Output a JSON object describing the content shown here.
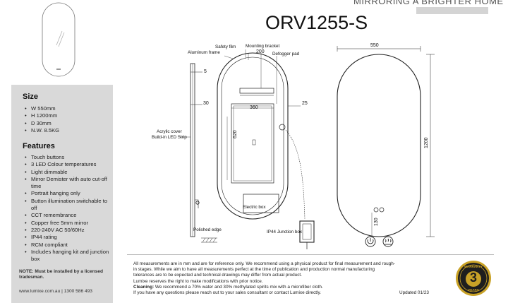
{
  "header": {
    "tagline": "MIRRORING A BRIGHTER HOME",
    "model": "ORV1255-S"
  },
  "specs": {
    "size_title": "Size",
    "size_items": [
      "W 550mm",
      "H 1200mm",
      "D 30mm",
      "N.W. 8.5KG"
    ],
    "features_title": "Features",
    "feature_items": [
      "Touch buttons",
      "3 LED Colour temperatures",
      "Light dimmable",
      "Mirror Demister with auto cut-off time",
      "Portrait hanging only",
      "Button illumination switchable to off",
      "CCT remembrance",
      "Copper free 5mm mirror",
      "220-240V AC 50/60Hz",
      "IP44 rating",
      "RCM compliant",
      "Includes hanging kit and junction box"
    ],
    "note": "NOTE: Must be installed by a licensed tradesman.",
    "contact": "www.lumixe.com.au  |  1300 586 493"
  },
  "drawing": {
    "labels": {
      "safety_film": "Safety film",
      "mounting_bracket": "Mounting bracket",
      "aluminum_frame": "Aluminum frame",
      "defogger_pad": "Defogger pad",
      "acrylic_cover": "Acrylic cover",
      "led_strip": "Build-in LED Strip",
      "electric_box": "Electric box",
      "polished_edge": "Polished edge",
      "junction_box": "IP44 Junction box"
    },
    "dims": {
      "d200": "200",
      "d5": "5",
      "d30": "30",
      "d360": "360",
      "d25": "25",
      "d620": "620",
      "d550": "550",
      "d1200": "1200",
      "d130": "130"
    }
  },
  "disclaimer": {
    "line1": "All measurements are in mm and are for reference only.  We recommend using a physical product for final measurement and rough-",
    "line2": "in stages.   While we aim to have all measurements perfect at the time of publication and production normal manufacturing",
    "line3": "tolerances are to be expected and technical drawings may differ from actual product.",
    "line4": "Lumixe reserves the right to make modifications with prior notice.",
    "cleaning_label": "Cleaning:",
    "cleaning_text": " We recommend a 70% water and 30% methylated spirits mix with a microfiber cloth.",
    "line6": "If you have any questions please reach out to your sales consultant or contact Lumixe directly.",
    "updated": "Updated 01/23"
  },
  "badge": {
    "top": "WARRANTY",
    "number": "3",
    "bottom": "YEARS"
  },
  "colors": {
    "panel": "#d9d9d9",
    "badge_gold": "#c9a227",
    "badge_dark": "#1e1e1e"
  }
}
